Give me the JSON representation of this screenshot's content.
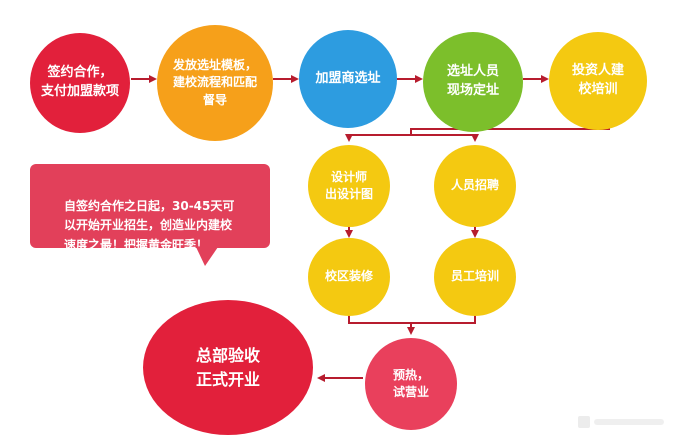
{
  "nodes": {
    "sign_contract": "签约合作，\n支付加盟款项",
    "site_template": "发放选址模板，\n建校流程和匹配\n督导",
    "partner_site": "加盟商选址",
    "staff_onsite": "选址人员\n现场定址",
    "investor_training": "投资人建\n校培训",
    "designer": "设计师\n出设计图",
    "recruitment": "人员招聘",
    "renovation": "校区装修",
    "staff_training": "员工培训",
    "trial_run": "预热，\n试营业",
    "acceptance": "总部验收\n正式开业"
  },
  "note": {
    "text": "自签约合作之日起，30-45天可\n以开始开业招生，创造业内建校\n速度之最！把握黄金旺季！"
  },
  "colors": {
    "red": "#e2203b",
    "orange": "#f6a01a",
    "blue": "#2d9ce0",
    "green": "#7cbf2b",
    "yellow": "#f4c911",
    "pink": "#e9405c",
    "connector": "#b71c2e",
    "note_bg": "#e2405a"
  }
}
